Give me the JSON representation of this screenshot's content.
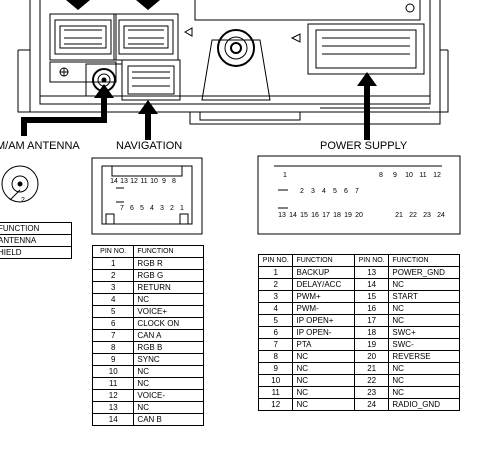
{
  "labels": {
    "antenna": "M/AM ANTENNA",
    "navigation": "NAVIGATION",
    "power_supply": "POWER SUPPLY"
  },
  "antenna": {
    "pin_label": "2",
    "rows": [
      "FUNCTION",
      "ANTENNA",
      "HIELD"
    ]
  },
  "navigation": {
    "connector_top_pins": [
      "14",
      "13",
      "12",
      "11",
      "10",
      "9",
      "8"
    ],
    "connector_bottom_pins": [
      "7",
      "6",
      "5",
      "4",
      "3",
      "2",
      "1"
    ],
    "header": {
      "pin": "PIN NO.",
      "function": "FUNCTION"
    },
    "rows": [
      {
        "pin": "1",
        "function": "RGB R"
      },
      {
        "pin": "2",
        "function": "RGB G"
      },
      {
        "pin": "3",
        "function": "RETURN"
      },
      {
        "pin": "4",
        "function": "NC"
      },
      {
        "pin": "5",
        "function": "VOICE+"
      },
      {
        "pin": "6",
        "function": "CLOCK ON"
      },
      {
        "pin": "7",
        "function": "CAN A"
      },
      {
        "pin": "8",
        "function": "RGB B"
      },
      {
        "pin": "9",
        "function": "SYNC"
      },
      {
        "pin": "10",
        "function": "NC"
      },
      {
        "pin": "11",
        "function": "NC"
      },
      {
        "pin": "12",
        "function": "VOICE-"
      },
      {
        "pin": "13",
        "function": "NC"
      },
      {
        "pin": "14",
        "function": "CAN B"
      }
    ]
  },
  "power_supply": {
    "connector_row1_left": [
      "1"
    ],
    "connector_row1_mid": [
      "2",
      "3",
      "4",
      "5",
      "6",
      "7"
    ],
    "connector_row1_right": [
      "8",
      "9",
      "10",
      "11",
      "12"
    ],
    "connector_row2_left": [
      "13",
      "14",
      "15",
      "16",
      "17",
      "18",
      "19",
      "20"
    ],
    "connector_row2_right": [
      "21",
      "22",
      "23",
      "24"
    ],
    "header": {
      "pin": "PIN NO.",
      "function": "FUNCTION"
    },
    "left_rows": [
      {
        "pin": "1",
        "function": "BACKUP"
      },
      {
        "pin": "2",
        "function": "DELAY/ACC"
      },
      {
        "pin": "3",
        "function": "PWM+"
      },
      {
        "pin": "4",
        "function": "PWM-"
      },
      {
        "pin": "5",
        "function": "IP OPEN+"
      },
      {
        "pin": "6",
        "function": "IP OPEN-"
      },
      {
        "pin": "7",
        "function": "PTA"
      },
      {
        "pin": "8",
        "function": "NC"
      },
      {
        "pin": "9",
        "function": "NC"
      },
      {
        "pin": "10",
        "function": "NC"
      },
      {
        "pin": "11",
        "function": "NC"
      },
      {
        "pin": "12",
        "function": "NC"
      }
    ],
    "right_rows": [
      {
        "pin": "13",
        "function": "POWER_GND"
      },
      {
        "pin": "14",
        "function": "NC"
      },
      {
        "pin": "15",
        "function": "START"
      },
      {
        "pin": "16",
        "function": "NC"
      },
      {
        "pin": "17",
        "function": "NC"
      },
      {
        "pin": "18",
        "function": "SWC+"
      },
      {
        "pin": "19",
        "function": "SWC-"
      },
      {
        "pin": "20",
        "function": "REVERSE"
      },
      {
        "pin": "21",
        "function": "NC"
      },
      {
        "pin": "22",
        "function": "NC"
      },
      {
        "pin": "23",
        "function": "NC"
      },
      {
        "pin": "24",
        "function": "RADIO_GND"
      }
    ]
  }
}
